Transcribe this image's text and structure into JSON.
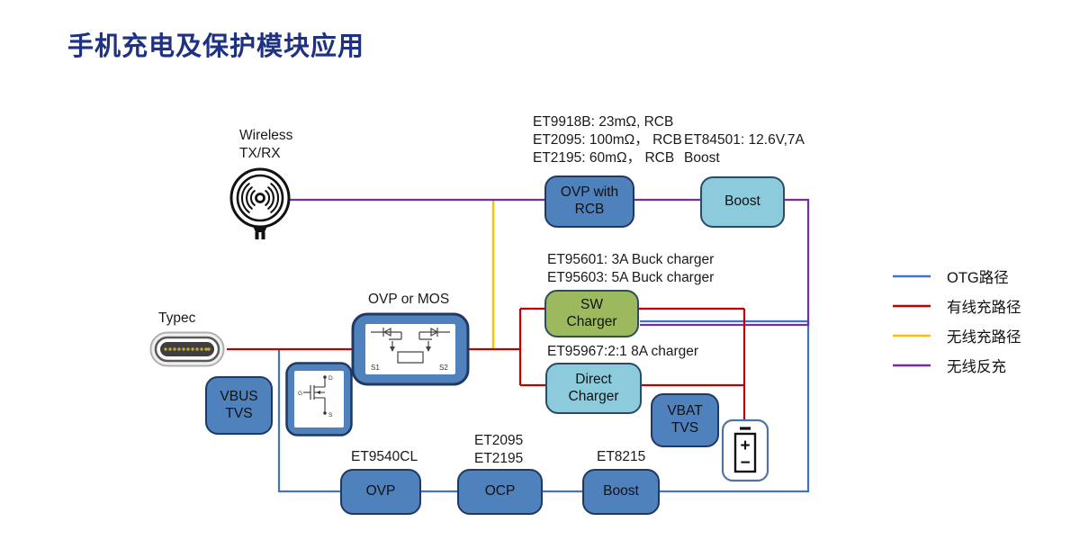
{
  "title": "手机充电及保护模块应用",
  "colors": {
    "title_navy": "#1F3282",
    "otg_blue": "#4472C4",
    "wired_red": "#C00000",
    "wireless_yellow": "#FFC000",
    "reverse_purple": "#7030A0",
    "block_blue_fill": "#4F81BD",
    "block_blue_border": "#1F3864",
    "block_teal_fill": "#8CCBDC",
    "block_green_fill": "#9CBA5D"
  },
  "sources": {
    "wireless_label": "Wireless\nTX/RX",
    "typec_label": "Typec"
  },
  "blocks": {
    "ovp_rcb": "OVP with\nRCB",
    "boost_top": "Boost",
    "sw_charger": "SW\nCharger",
    "direct_charger": "Direct\nCharger",
    "vbus_tvs": "VBUS\nTVS",
    "vbat_tvs": "VBAT\nTVS",
    "ovp_bottom": "OVP",
    "ocp_bottom": "OCP",
    "boost_bottom": "Boost"
  },
  "annotations": {
    "ovp_rcb_parts": "ET9918B: 23mΩ, RCB\nET2095: 100mΩ， RCB\nET2195: 60mΩ， RCB",
    "boost_top_part": "ET84501: 12.6V,7A\nBoost",
    "sw_charger_parts": "ET95601: 3A Buck charger\nET95603: 5A Buck charger",
    "direct_charger_part": "ET95967:2:1 8A charger",
    "ovp_or_mos_label": "OVP or MOS",
    "ovp_bottom_part": "ET9540CL",
    "ocp_bottom_parts": "ET2095\nET2195",
    "boost_bottom_part": "ET8215"
  },
  "symbols": {
    "mos_s1": "S1",
    "mos_s2": "S2",
    "mos_d": "D",
    "mos_g": "G",
    "mos_s": "S",
    "battery_plus": "+",
    "battery_minus": "−"
  },
  "legend": {
    "items": [
      {
        "label": "OTG路径",
        "color": "#4472C4"
      },
      {
        "label": "有线充路径",
        "color": "#C00000"
      },
      {
        "label": "无线充路径",
        "color": "#FFC000"
      },
      {
        "label": "无线反充",
        "color": "#7030A0"
      }
    ]
  }
}
